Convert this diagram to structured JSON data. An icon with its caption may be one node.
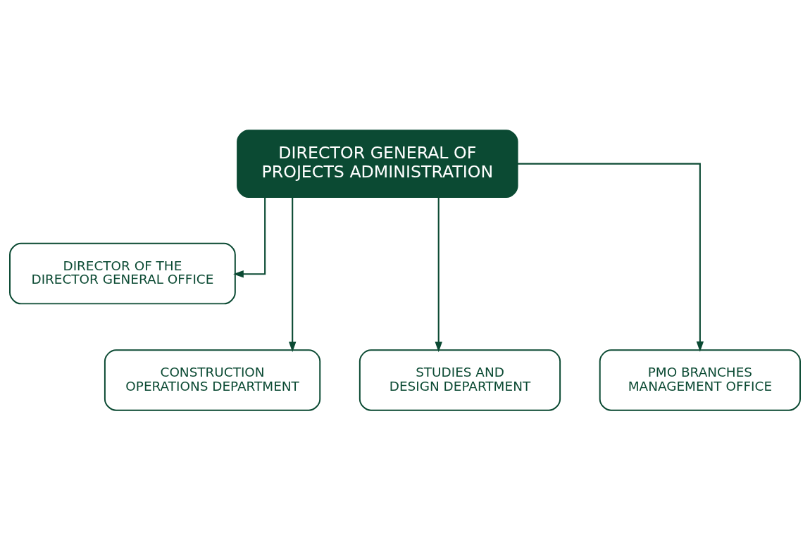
{
  "diagram": {
    "nodes": [
      {
        "text": [
          "DIRECTOR GENERAL OF PROJECTS ADMINISTRATION"
        ]
      },
      {
        "text": [
          "DIRECTOR OF THE DIRECTOR GENERAL OFFICE"
        ]
      },
      {
        "text": [
          "CONSTRUCTION OPERATIONS DEPARTMENT"
        ]
      },
      {
        "text": [
          "STUDIES AND DESIGN DEPARTMENT"
        ]
      },
      {
        "text": [
          "PMO BRANCHES MANAGEMENT OFFICE"
        ]
      }
    ],
    "edges": [
      {
        "from": 0,
        "to": 1,
        "arrow": "to"
      },
      {
        "from": 0,
        "to": 2,
        "arrow": "to"
      },
      {
        "from": 0,
        "to": 3,
        "arrow": "to"
      },
      {
        "from": 0,
        "to": 4,
        "arrow": "to"
      }
    ]
  }
}
